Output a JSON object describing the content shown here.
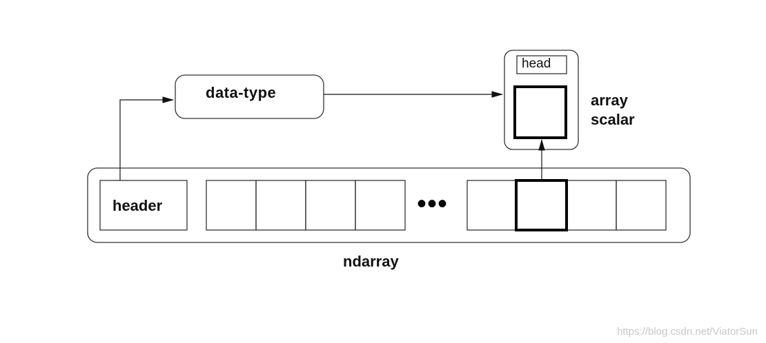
{
  "labels": {
    "data_type": "data-type",
    "header": "header",
    "ndarray": "ndarray",
    "head": "head",
    "array_scalar_line1": "array",
    "array_scalar_line2": "scalar",
    "ellipsis": "•••"
  },
  "watermark": "https://blog.csdn.net/ViatorSun"
}
